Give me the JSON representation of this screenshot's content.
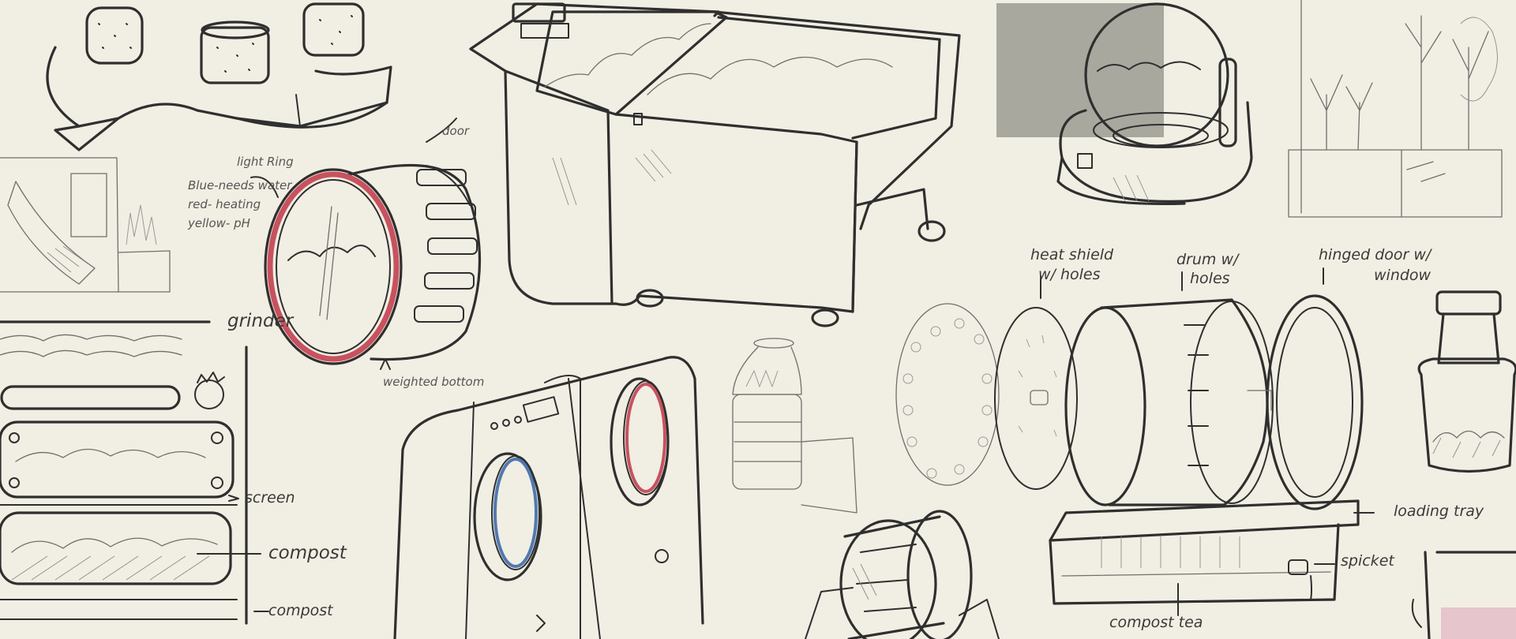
{
  "colors": {
    "paper": "#f1eee3",
    "ink": "#2f2f2f",
    "light_ring": "#c8525f",
    "blue_ring": "#5079b0",
    "panel_grey": "#a9a89f"
  },
  "labels": {
    "door": "door",
    "light_ring": "light Ring",
    "blue_note": "Blue-needs water",
    "red_note": "red- heating",
    "yellow_note": "yellow- pH",
    "weighted_bottom": "weighted bottom",
    "grinder": "grinder",
    "screen": "screen",
    "compost": "compost",
    "compost_bottom": "compost",
    "heat_shield": "heat shield",
    "heat_shield_holes": "w/ holes",
    "drum": "drum w/",
    "drum_holes": "holes",
    "hinged_door": "hinged door w/",
    "hinged_window": "window",
    "loading_tray": "loading tray",
    "spicket": "spicket",
    "compost_tea": "compost tea"
  }
}
